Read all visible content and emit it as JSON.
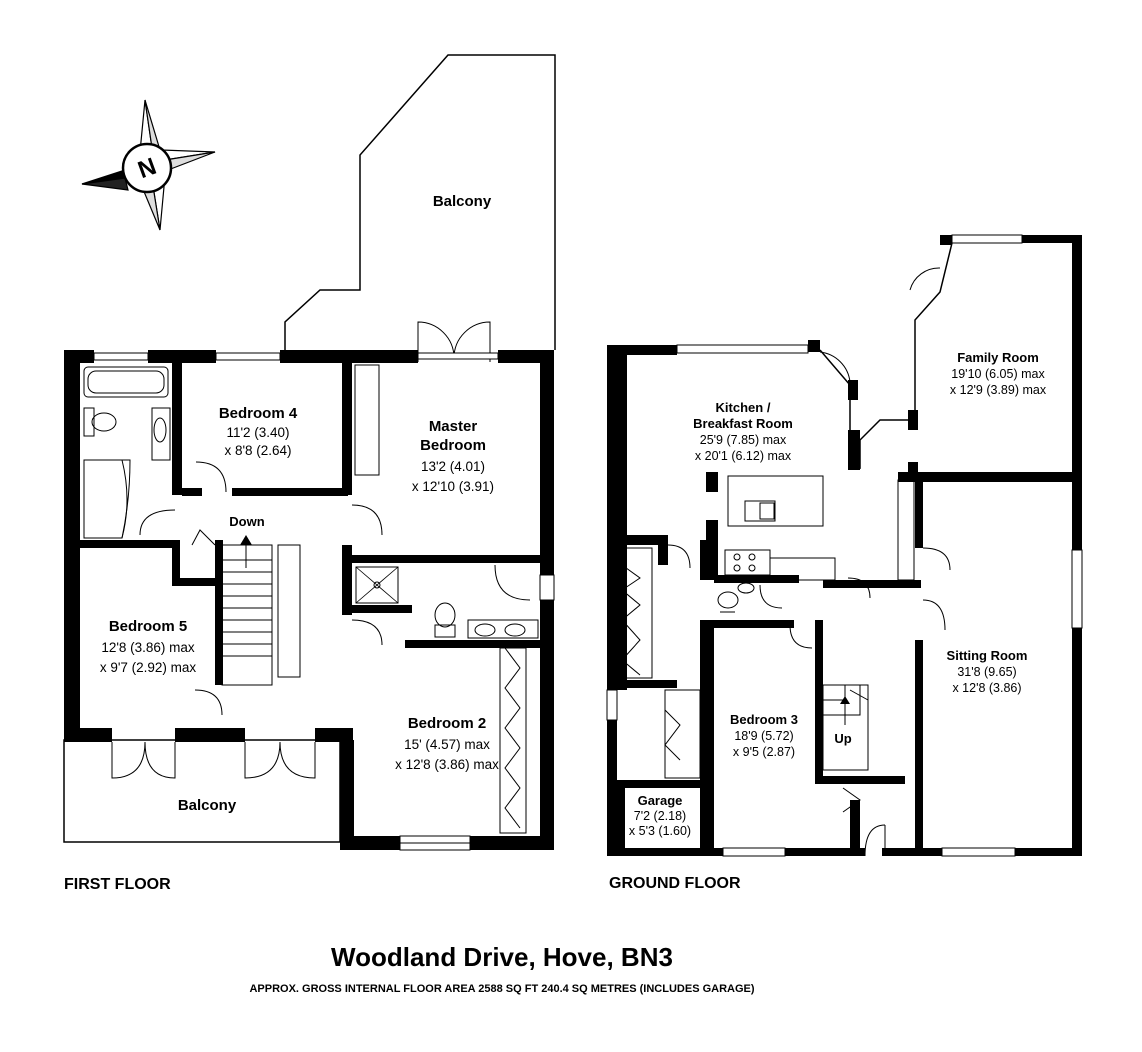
{
  "first_floor": {
    "label": "FIRST FLOOR",
    "rooms": {
      "balcony_top": {
        "name": "Balcony"
      },
      "bedroom4": {
        "name": "Bedroom 4",
        "dim1": "11'2 (3.40)",
        "dim2": "x 8'8 (2.64)"
      },
      "master": {
        "name1": "Master",
        "name2": "Bedroom",
        "dim1": "13'2 (4.01)",
        "dim2": "x 12'10 (3.91)"
      },
      "bedroom5": {
        "name": "Bedroom 5",
        "dim1": "12'8 (3.86) max",
        "dim2": "x 9'7 (2.92) max"
      },
      "bedroom2": {
        "name": "Bedroom 2",
        "dim1": "15' (4.57) max",
        "dim2": "x 12'8 (3.86) max"
      },
      "balcony_bottom": {
        "name": "Balcony"
      }
    },
    "stairs_label": "Down"
  },
  "ground_floor": {
    "label": "GROUND FLOOR",
    "rooms": {
      "kitchen": {
        "name1": "Kitchen /",
        "name2": "Breakfast Room",
        "dim1": "25'9 (7.85) max",
        "dim2": "x 20'1 (6.12) max"
      },
      "family": {
        "name": "Family Room",
        "dim1": "19'10 (6.05) max",
        "dim2": "x 12'9 (3.89) max"
      },
      "sitting": {
        "name": "Sitting Room",
        "dim1": "31'8 (9.65)",
        "dim2": "x 12'8 (3.86)"
      },
      "bedroom3": {
        "name": "Bedroom 3",
        "dim1": "18'9 (5.72)",
        "dim2": "x 9'5 (2.87)"
      },
      "garage": {
        "name": "Garage",
        "dim1": "7'2 (2.18)",
        "dim2": "x 5'3 (1.60)"
      }
    },
    "stairs_label": "Up"
  },
  "compass_label": "N",
  "title": "Woodland Drive, Hove, BN3",
  "subtitle": "APPROX. GROSS INTERNAL FLOOR AREA 2588 SQ FT 240.4 SQ METRES (INCLUDES GARAGE)"
}
